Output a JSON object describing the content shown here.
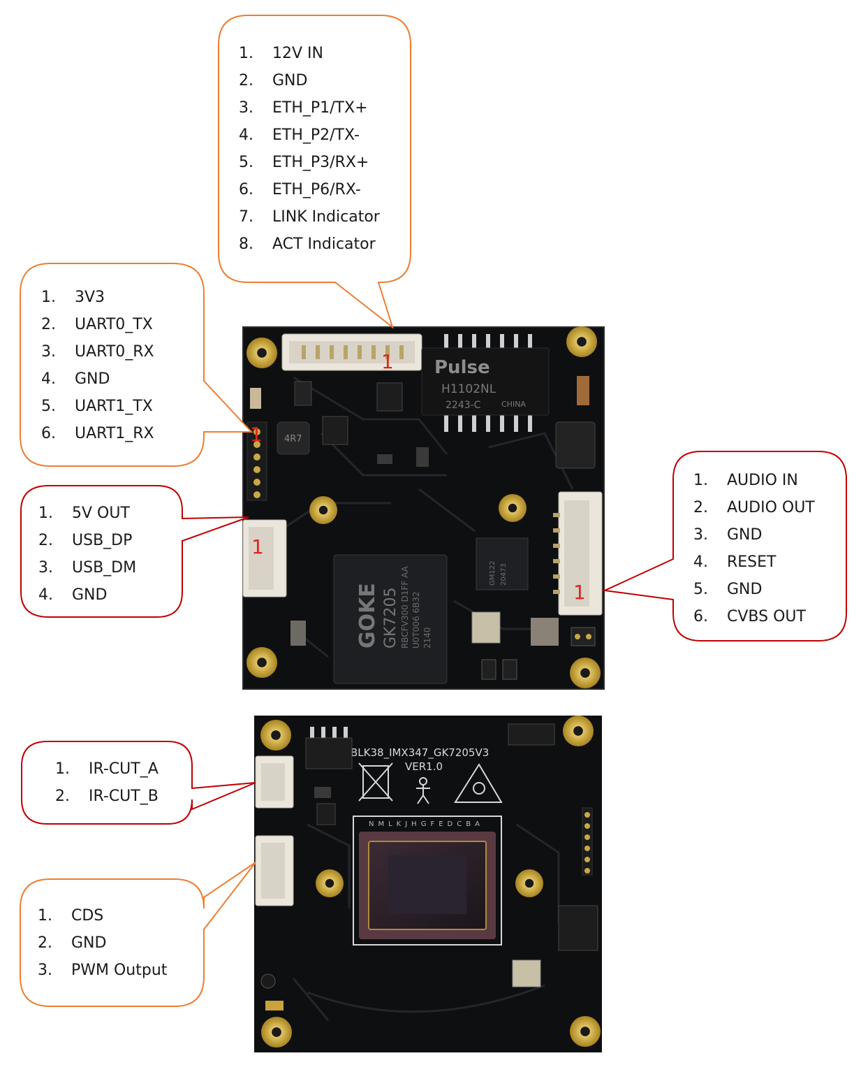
{
  "callouts": {
    "power_eth": {
      "color": "#ED7D31",
      "items": [
        {
          "num": "1.",
          "label": "12V IN"
        },
        {
          "num": "2.",
          "label": "GND"
        },
        {
          "num": "3.",
          "label": "ETH_P1/TX+"
        },
        {
          "num": "4.",
          "label": "ETH_P2/TX-"
        },
        {
          "num": "5.",
          "label": "ETH_P3/RX+"
        },
        {
          "num": "6.",
          "label": "ETH_P6/RX-"
        },
        {
          "num": "7.",
          "label": "LINK Indicator"
        },
        {
          "num": "8.",
          "label": "ACT Indicator"
        }
      ]
    },
    "uart": {
      "color": "#ED7D31",
      "items": [
        {
          "num": "1.",
          "label": "3V3"
        },
        {
          "num": "2.",
          "label": "UART0_TX"
        },
        {
          "num": "3.",
          "label": "UART0_RX"
        },
        {
          "num": "4.",
          "label": "GND"
        },
        {
          "num": "5.",
          "label": "UART1_TX"
        },
        {
          "num": "6.",
          "label": "UART1_RX"
        }
      ]
    },
    "usb": {
      "color": "#C00000",
      "items": [
        {
          "num": "1.",
          "label": "5V OUT"
        },
        {
          "num": "2.",
          "label": "USB_DP"
        },
        {
          "num": "3.",
          "label": "USB_DM"
        },
        {
          "num": "4.",
          "label": "GND"
        }
      ]
    },
    "audio": {
      "color": "#C00000",
      "items": [
        {
          "num": "1.",
          "label": "AUDIO IN"
        },
        {
          "num": "2.",
          "label": "AUDIO OUT"
        },
        {
          "num": "3.",
          "label": "GND"
        },
        {
          "num": "4.",
          "label": "RESET"
        },
        {
          "num": "5.",
          "label": "GND"
        },
        {
          "num": "6.",
          "label": "CVBS OUT"
        }
      ]
    },
    "ircut": {
      "color": "#C00000",
      "items": [
        {
          "num": "1.",
          "label": "IR-CUT_A"
        },
        {
          "num": "2.",
          "label": "IR-CUT_B"
        }
      ]
    },
    "cds": {
      "color": "#ED7D31",
      "items": [
        {
          "num": "1.",
          "label": "CDS"
        },
        {
          "num": "2.",
          "label": "GND"
        },
        {
          "num": "3.",
          "label": "PWM Output"
        }
      ]
    }
  },
  "board_top": {
    "pin1_marker": "1",
    "transformer_brand": "Pulse",
    "transformer_part": "H1102NL",
    "transformer_code": "2243-C",
    "transformer_origin": "CHINA",
    "inductor_mark": "4R7",
    "soc_brand": "GOKE",
    "soc_model": "GK7205",
    "soc_line1": "RBCFV300 D1FF AA",
    "soc_line2": "U0T006 6B32",
    "soc_line3": "2140",
    "eth_chip_line1": "GM122",
    "eth_chip_line2": "20473"
  },
  "board_bottom": {
    "silkscreen_name": "BLK38_IMX347_GK7205V3",
    "silkscreen_version": "VER1.0",
    "sensor_pins": "NMLKJHGFEDCBA"
  },
  "colors": {
    "pcb": "#0f1012",
    "gold": "#c9a33a",
    "connector": "#e8e4dc",
    "pin1_red": "#e0251b"
  }
}
